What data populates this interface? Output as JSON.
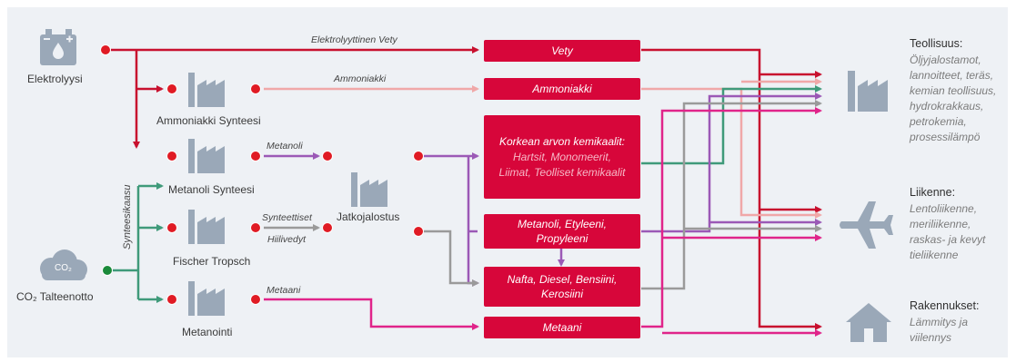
{
  "colors": {
    "panel": "#eef1f5",
    "hydrogen": "#c8102e",
    "ammonia": "#f0a8a8",
    "methanol": "#9b59b6",
    "synthesis_gas": "#3f9a7a",
    "refinery": "#9a9a9a",
    "methane": "#e0248a",
    "box": "#d7063a",
    "icon": "#9aa8b8",
    "node_red": "#e01b24",
    "node_green": "#1a8a3a"
  },
  "sources": {
    "electrolysis": {
      "label": "Elektrolyysi",
      "icon": "battery-icon"
    },
    "capture": {
      "label": "CO₂ Talteenotto",
      "icon": "cloud-co2-icon",
      "cloud_text": "CO₂"
    }
  },
  "processes": {
    "ammonia": "Ammoniakki Synteesi",
    "methanol": "Metanoli Synteesi",
    "fischer": "Fischer Tropsch",
    "methanation": "Metanointi",
    "refining": "Jatkojalostus"
  },
  "flow_labels": {
    "electrolytic_hydrogen": "Elektrolyyttinen Vety",
    "ammonia": "Ammoniakki",
    "methanol": "Metanoli",
    "synthetic_1": "Synteettiset",
    "synthetic_2": "Hiilivedyt",
    "methane": "Metaani",
    "syngas": "Synteesikaasu"
  },
  "products": {
    "hydrogen": "Vety",
    "ammonia": "Ammoniakki",
    "chemicals_title": "Korkean arvon kemikaalit:",
    "chemicals_line1": "Hartsit, Monomeerit,",
    "chemicals_line2": "Liimat, Teolliset kemikaalit",
    "methanol_line1": "Metanoli, Etyleeni,",
    "methanol_line2": "Propyleeni",
    "fuels_line1": "Nafta, Diesel, Bensiini,",
    "fuels_line2": "Kerosiini",
    "methane": "Metaani"
  },
  "sectors": {
    "industry": {
      "title": "Teollisuus:",
      "desc": "Öljyjalostamot,\nlannoitteet, teräs,\nkemian teollisuus,\nhydrokrakkaus,\npetrokemia,\nprosessilämpö",
      "icon": "factory-icon"
    },
    "transport": {
      "title": "Liikenne:",
      "desc": "Lentoliikenne,\nmeriliikenne,\nraskas- ja kevyt\ntieliikenne",
      "icon": "airplane-icon"
    },
    "buildings": {
      "title": "Rakennukset:",
      "desc": "Lämmitys ja\nviilennys",
      "icon": "house-icon"
    }
  }
}
